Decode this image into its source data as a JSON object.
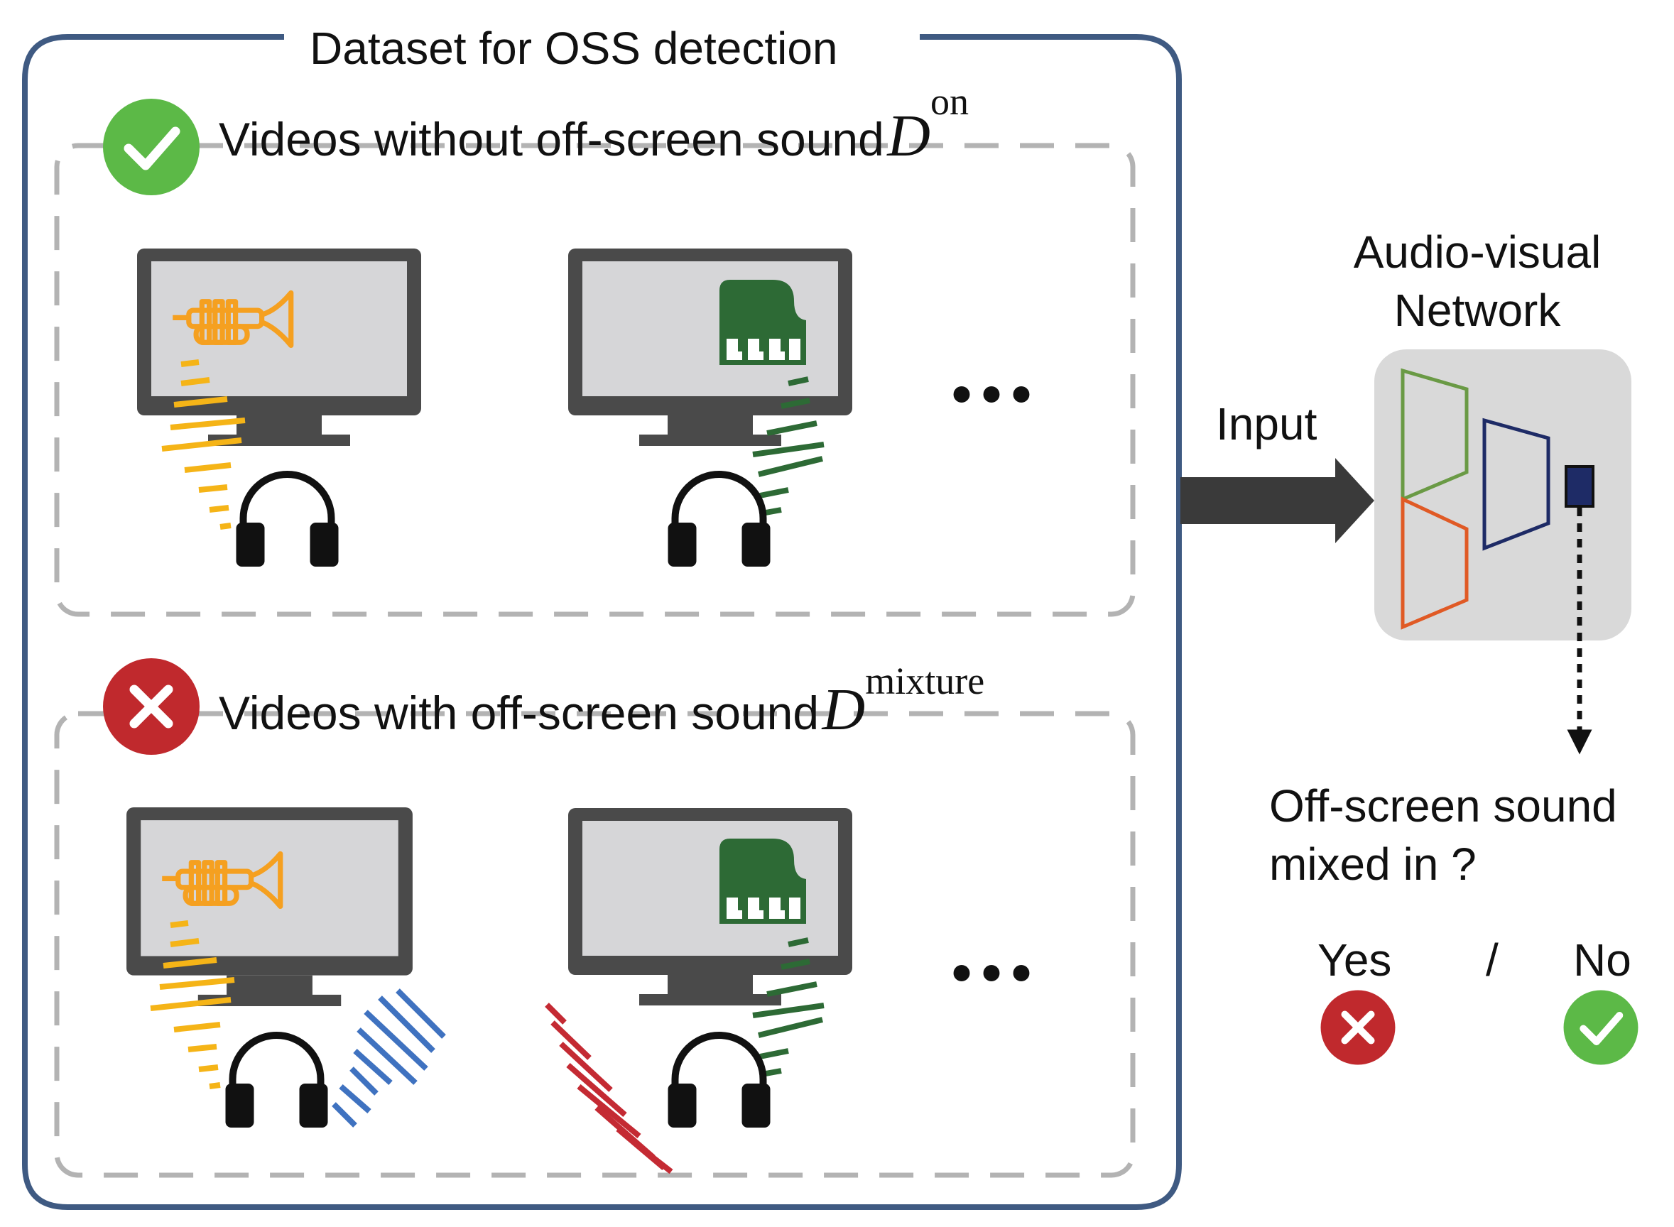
{
  "dataset": {
    "title": "Dataset for OSS detection",
    "on_section": {
      "label": "Videos without off-screen sound",
      "symbol": "D",
      "superscript": "on",
      "icon": "check-icon"
    },
    "mixture_section": {
      "label": "Videos with off-screen sound",
      "symbol": "D",
      "superscript": "mixture",
      "icon": "cross-icon"
    },
    "ellipsis": "•••"
  },
  "arrow": {
    "label": "Input"
  },
  "network": {
    "title_line1": "Audio-visual",
    "title_line2": "Network"
  },
  "question": {
    "line1": "Off-screen sound",
    "line2": "mixed in ?"
  },
  "answers": {
    "yes": "Yes",
    "separator": "/",
    "no": "No"
  },
  "colors": {
    "frame": "#3f5a82",
    "dash": "#b3b3b3",
    "monitor": "#4a4a4a",
    "screen": "#d6d6d8",
    "trumpet": "#f5a020",
    "piano": "#2d6a35",
    "blue_wave": "#3f72c0",
    "red_wave": "#c42a33",
    "check_green": "#5cb947",
    "cross_red": "#c0292d",
    "enc_green": "#6a9a45",
    "enc_orange": "#e05a25",
    "enc_navy": "#1e2b66"
  }
}
